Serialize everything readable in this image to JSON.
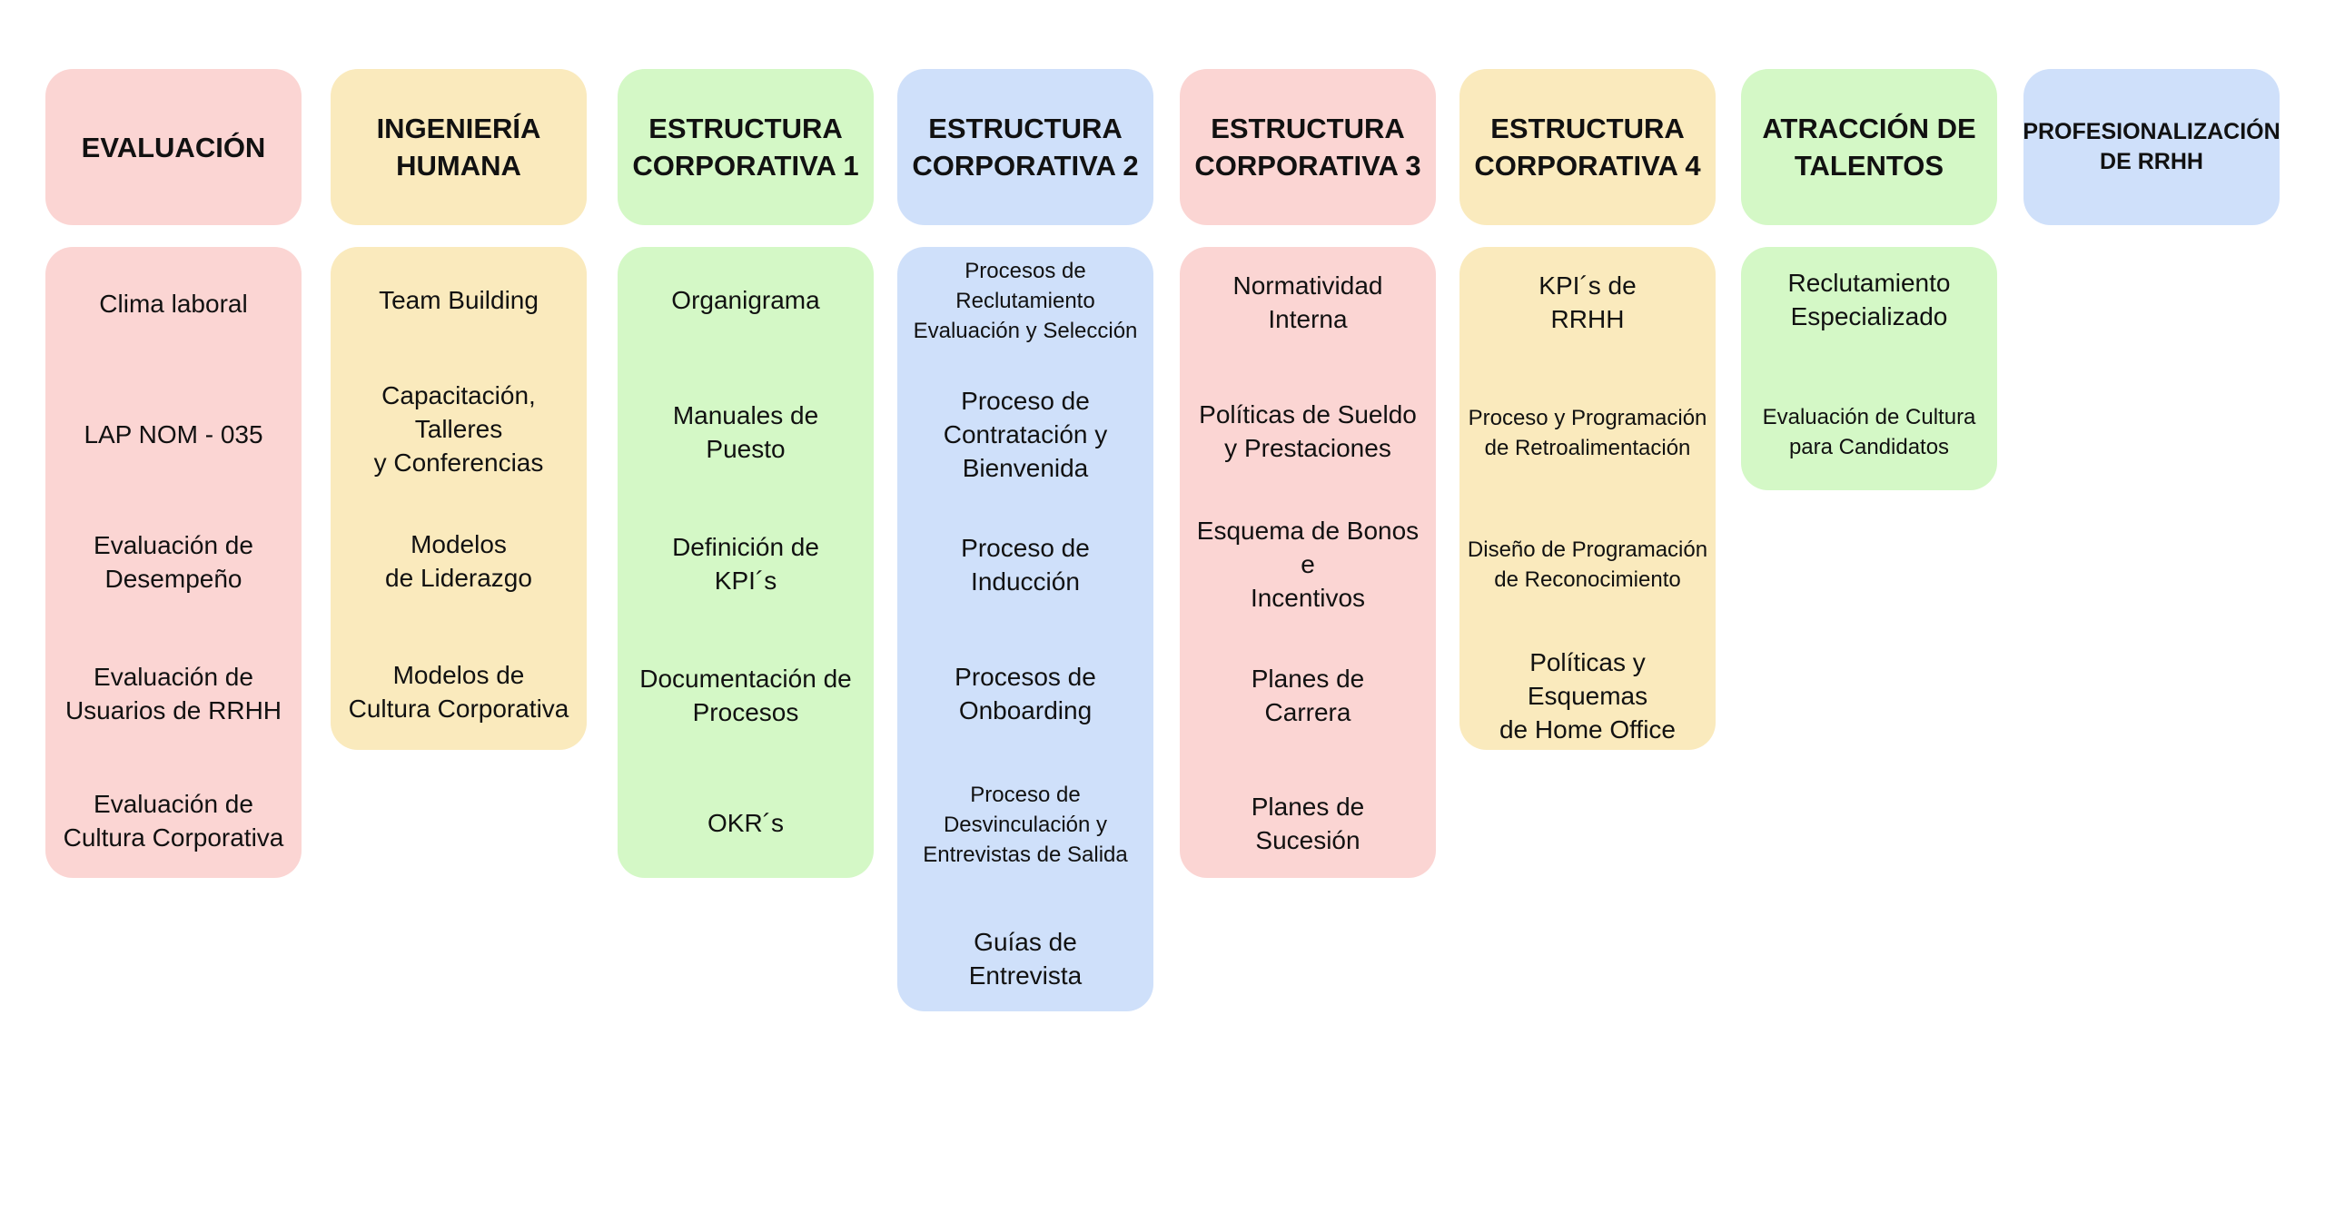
{
  "columns": [
    {
      "header": "EVALUACIÓN",
      "items": [
        "Clima laboral",
        "LAP NOM - 035",
        "Evaluación de\nDesempeño",
        "Evaluación de\nUsuarios de RRHH",
        "Evaluación de\nCultura Corporativa"
      ]
    },
    {
      "header": "INGENIERÍA\nHUMANA",
      "items": [
        "Team Building",
        "Capacitación, Talleres\ny Conferencias",
        "Modelos\nde Liderazgo",
        "Modelos de\nCultura Corporativa"
      ]
    },
    {
      "header": "ESTRUCTURA\nCORPORATIVA 1",
      "items": [
        "Organigrama",
        "Manuales de\nPuesto",
        "Definición de\nKPI´s",
        "Documentación de\nProcesos",
        "OKR´s"
      ]
    },
    {
      "header": "ESTRUCTURA\nCORPORATIVA 2",
      "items": [
        "Procesos de\nReclutamiento\nEvaluación y Selección",
        "Proceso de\nContratación y\nBienvenida",
        "Proceso de\nInducción",
        "Procesos de\nOnboarding",
        "Proceso de\nDesvinculación y\nEntrevistas de Salida",
        "Guías de\nEntrevista"
      ]
    },
    {
      "header": "ESTRUCTURA\nCORPORATIVA 3",
      "items": [
        "Normatividad\nInterna",
        "Políticas de Sueldo\ny Prestaciones",
        "Esquema de Bonos e\nIncentivos",
        "Planes de\nCarrera",
        "Planes de\nSucesión"
      ]
    },
    {
      "header": "ESTRUCTURA\nCORPORATIVA 4",
      "items": [
        "KPI´s de\nRRHH",
        "Proceso y Programación\nde Retroalimentación",
        "Diseño de Programación\nde Reconocimiento",
        "Políticas y Esquemas\nde Home Office"
      ]
    },
    {
      "header": "ATRACCIÓN DE\nTALENTOS",
      "items": [
        "Reclutamiento\nEspecializado",
        "Evaluación de Cultura\npara Candidatos"
      ]
    },
    {
      "header": "PROFESIONALIZACIÓN\nDE RRHH",
      "items": []
    }
  ],
  "colors": {
    "pink": "#fbd5d3",
    "yellow": "#faeabd",
    "green": "#d4f8c6",
    "blue": "#cfe0fa"
  }
}
